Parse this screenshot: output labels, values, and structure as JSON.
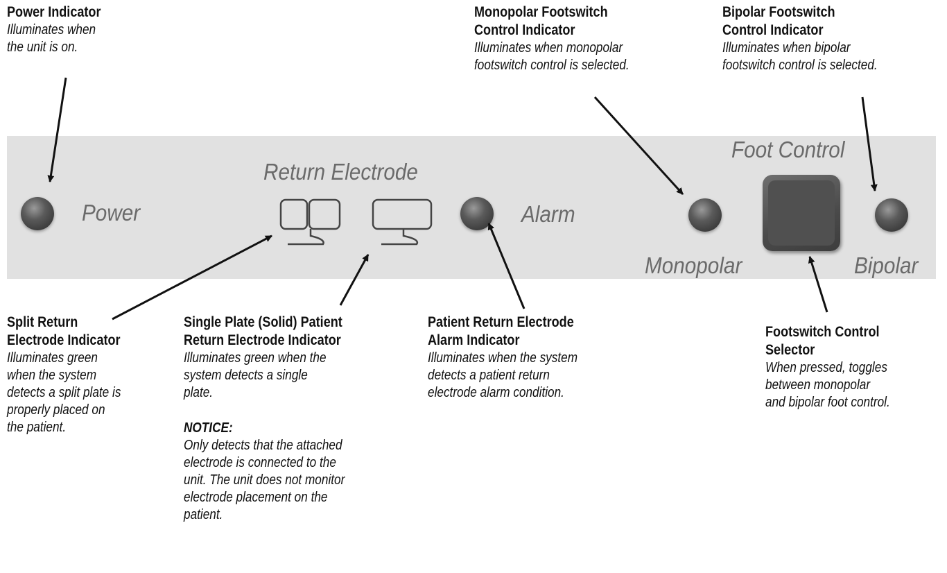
{
  "callouts": {
    "power": {
      "title": "Power Indicator",
      "desc": [
        "Illuminates when",
        "the unit is on."
      ]
    },
    "monopolar": {
      "title": [
        "Monopolar Footswitch",
        "Control Indicator"
      ],
      "desc": [
        "Illuminates when monopolar",
        "footswitch control is selected."
      ]
    },
    "bipolar": {
      "title": [
        "Bipolar Footswitch",
        "Control Indicator"
      ],
      "desc": [
        "Illuminates when bipolar",
        "footswitch control is selected."
      ]
    },
    "split": {
      "title": [
        "Split Return",
        "Electrode Indicator"
      ],
      "desc": [
        "Illuminates green",
        "when the system",
        "detects a split plate is",
        "properly placed on",
        "the patient."
      ]
    },
    "single": {
      "title": [
        "Single Plate (Solid) Patient",
        "Return Electrode Indicator"
      ],
      "desc": [
        "Illuminates green when the",
        "system detects a single",
        "plate."
      ],
      "notice_title": "NOTICE:",
      "notice": [
        "Only detects that the attached",
        "electrode is connected to the",
        "unit. The unit does not monitor",
        "electrode placement on the",
        "patient."
      ]
    },
    "alarm": {
      "title": [
        "Patient Return Electrode",
        "Alarm Indicator"
      ],
      "desc": [
        "Illuminates when the system",
        "detects a patient return",
        "electrode alarm condition."
      ]
    },
    "selector": {
      "title": [
        "Footswitch Control",
        "Selector"
      ],
      "desc": [
        "When pressed, toggles",
        "between monopolar",
        "and bipolar foot control."
      ]
    }
  },
  "panel": {
    "power_label": "Power",
    "return_electrode_label": "Return Electrode",
    "alarm_label": "Alarm",
    "foot_control_label": "Foot Control",
    "monopolar_label": "Monopolar",
    "bipolar_label": "Bipolar"
  }
}
